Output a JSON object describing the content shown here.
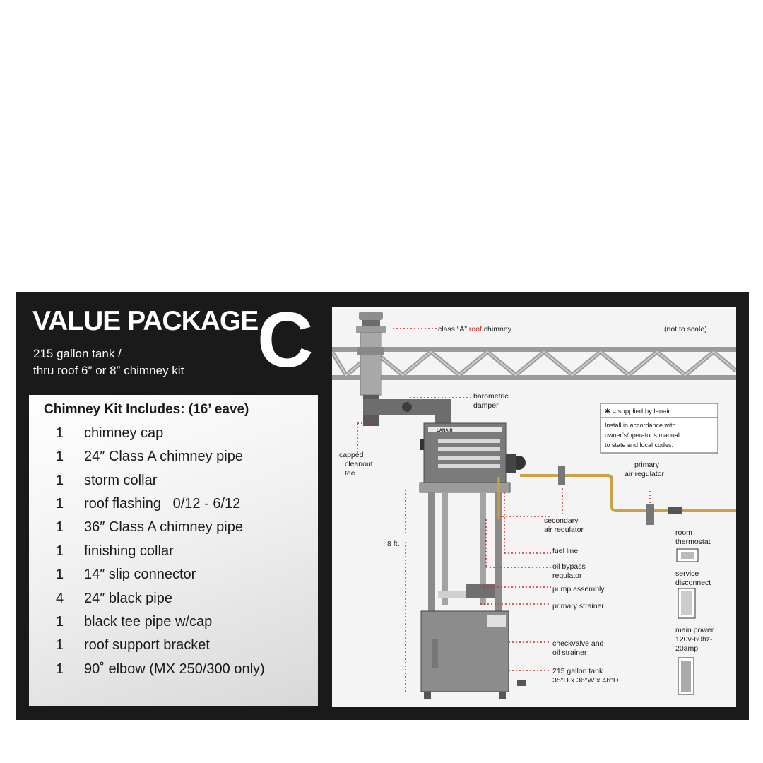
{
  "header": {
    "title": "VALUE PACKAGE",
    "letter": "C",
    "subtitle_lines": [
      "215 gallon tank /",
      "thru roof 6″  or 8″ chimney kit"
    ]
  },
  "kit": {
    "heading": "Chimney Kit Includes: (16’ eave)",
    "items": [
      {
        "qty": "1",
        "name": "chimney cap"
      },
      {
        "qty": "1",
        "name": "24″ Class A chimney pipe"
      },
      {
        "qty": "1",
        "name": "storm collar"
      },
      {
        "qty": "1",
        "name": "roof flashing   0/12 - 6/12"
      },
      {
        "qty": "1",
        "name": "36″ Class A chimney pipe"
      },
      {
        "qty": "1",
        "name": "finishing collar"
      },
      {
        "qty": "1",
        "name": "14″ slip connector"
      },
      {
        "qty": "4",
        "name": "24″ black pipe"
      },
      {
        "qty": "1",
        "name": "black tee pipe w/cap"
      },
      {
        "qty": "1",
        "name": "roof support bracket"
      },
      {
        "qty": "1",
        "name": "90˚ elbow (MX 250/300 only)"
      }
    ]
  },
  "diagram": {
    "chimney_label_pre": "class “A” ",
    "chimney_label_red": "roof",
    "chimney_label_post": " chimney",
    "not_to_scale": "(not to scale)",
    "barometric_1": "barometric",
    "barometric_2": "damper",
    "capped_1": "capped",
    "capped_2": "cleanout",
    "capped_3": "tee",
    "height": "8 ft.",
    "legend_star": "✱ = supplied by lanair",
    "legend_note_1": "Install in accordance with",
    "legend_note_2": "owner’s/operator’s manual",
    "legend_note_3": "to state and local codes.",
    "primary_air_1": "primary",
    "primary_air_2": "air regulator",
    "secondary_air_1": "secondary",
    "secondary_air_2": "air regulator",
    "fuel_line": "fuel line",
    "oil_bypass_1": "oil bypass",
    "oil_bypass_2": "regulator",
    "pump_assembly": "pump assembly",
    "primary_strainer": "primary strainer",
    "checkvalve_1": "checkvalve and",
    "checkvalve_2": "oil strainer",
    "tank_1": "215 gallon tank",
    "tank_2": "35″H x 36″W x 46″D",
    "thermostat_1": "room",
    "thermostat_2": "thermostat",
    "disconnect_1": "service",
    "disconnect_2": "disconnect",
    "power_1": "main power",
    "power_2": "120v-60hz-",
    "power_3": "20amp",
    "heater_brand": "LANAIR"
  },
  "colors": {
    "accent_red": "#d12a2a",
    "fuel_line": "#c9a24a",
    "dark_frame": "#1a1a1a"
  }
}
